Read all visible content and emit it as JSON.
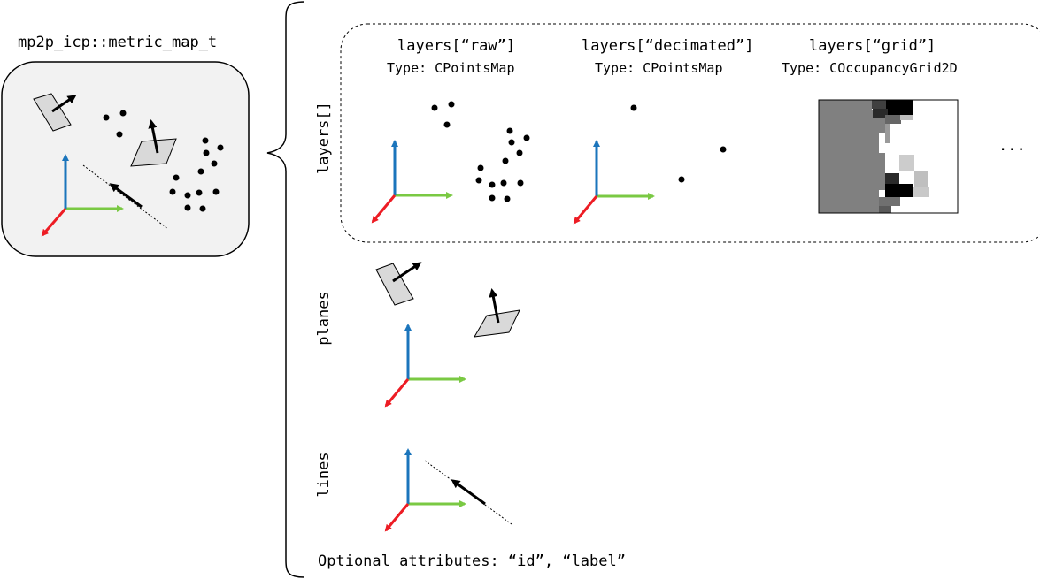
{
  "title": "mp2p_icp::metric_map_t",
  "sections": {
    "layers": "layers[]",
    "planes": "planes",
    "lines": "lines"
  },
  "layer_panels": [
    {
      "name": "layers[“raw”]",
      "type": "Type: CPointsMap"
    },
    {
      "name": "layers[“decimated”]",
      "type": "Type: CPointsMap"
    },
    {
      "name": "layers[“grid”]",
      "type": "Type: COccupancyGrid2D"
    }
  ],
  "ellipsis": "...",
  "footer": "Optional attributes: “id”, “label”",
  "colors": {
    "axis_x": "#7ac943",
    "axis_y": "#1b75bc",
    "axis_z": "#ed1c24",
    "box_fill": "#f2f2f2",
    "plane_fill": "#d9d9d9",
    "grid_unknown": "#808080"
  },
  "icons": {
    "axes": "xyz-axes-icon",
    "plane": "plane-normal-icon",
    "line": "line-direction-icon",
    "points": "point-cloud-icon",
    "grid": "occupancy-grid-icon"
  }
}
